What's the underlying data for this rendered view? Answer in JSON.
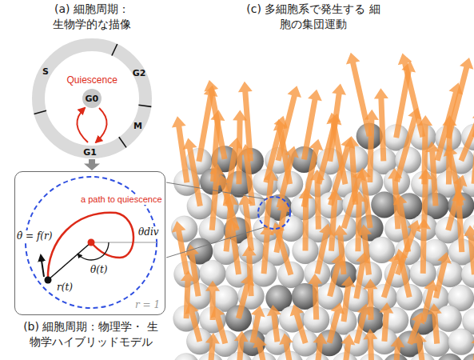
{
  "diagram": {
    "nodes": [
      {
        "text": [
          "(a) 細胞周期： 生物学的な描像",
          "S",
          "G2",
          "M",
          "G1"
        ]
      },
      {
        "text": [
          "G0"
        ],
        "in": 0
      },
      {
        "text": [
          "(b) 細胞周期：物理学・ 生物学ハイブリッドモデル"
        ]
      },
      {
        "text": [
          "(c) 多細胞系で発生する 細胞の集団運動"
        ]
      }
    ],
    "edges": [
      {
        "from": 0,
        "to": 2,
        "arrow": "to"
      }
    ],
    "labels": [
      "Quiescence",
      "a path to quiescence",
      "θ̇ = f(r)",
      "r(t)",
      "θ(t)",
      "θdiv",
      "r = 1"
    ]
  }
}
